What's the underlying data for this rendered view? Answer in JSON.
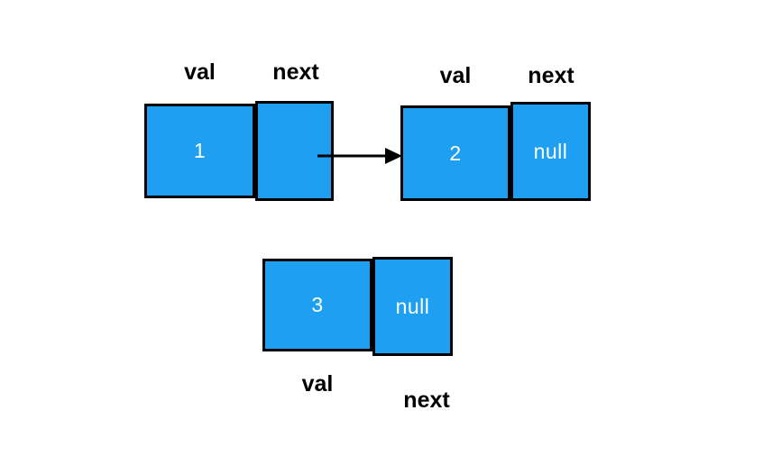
{
  "diagram_type": "linked-list",
  "colors": {
    "background": "#ffffff",
    "box_fill": "#1e9ff2",
    "box_border": "#000000",
    "text_on_box": "#ffffff",
    "label_text": "#000000",
    "arrow": "#000000"
  },
  "nodes": [
    {
      "name": "node-1",
      "field_labels": {
        "val": "val",
        "next": "next"
      },
      "val_value": "1",
      "next_value": ""
    },
    {
      "name": "node-2",
      "field_labels": {
        "val": "val",
        "next": "next"
      },
      "val_value": "2",
      "next_value": "null"
    },
    {
      "name": "node-3",
      "field_labels": {
        "val": "val",
        "next": "next"
      },
      "val_value": "3",
      "next_value": "null"
    }
  ],
  "arrow": {
    "from": "node-1-next",
    "to": "node-2-val"
  }
}
